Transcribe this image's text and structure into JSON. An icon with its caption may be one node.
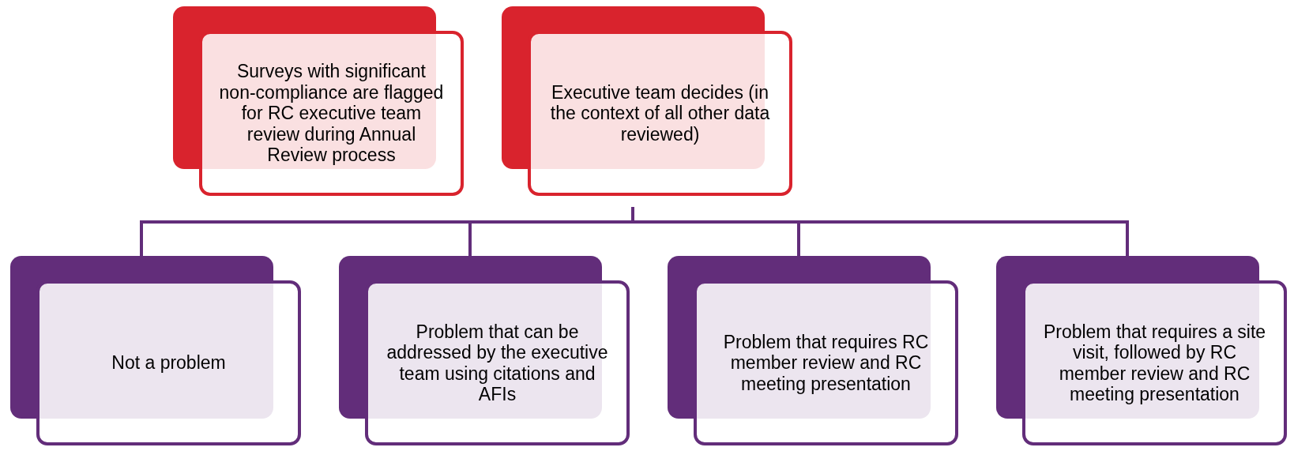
{
  "diagram": {
    "nodes": [
      {
        "text": [
          "Surveys with significant non-compliance are flagged for RC executive team review during Annual Review process"
        ]
      },
      {
        "text": [
          "Executive team decides (in the context of all other data reviewed)"
        ]
      },
      {
        "text": [
          "Not a problem"
        ]
      },
      {
        "text": [
          "Problem that can be addressed by the executive team using citations and AFIs"
        ]
      },
      {
        "text": [
          "Problem that requires RC member review and RC meeting presentation"
        ]
      },
      {
        "text": [
          "Problem that requires a site visit, followed by RC member review and RC meeting presentation"
        ]
      }
    ],
    "edges": [
      {
        "from": 1,
        "to": 2,
        "arrow": "none"
      },
      {
        "from": 1,
        "to": 3,
        "arrow": "none"
      },
      {
        "from": 1,
        "to": 4,
        "arrow": "none"
      },
      {
        "from": 1,
        "to": 5,
        "arrow": "none"
      }
    ]
  }
}
